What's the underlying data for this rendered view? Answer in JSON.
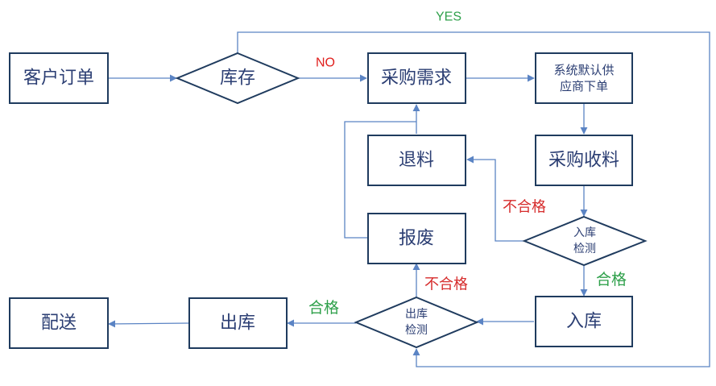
{
  "nodes": {
    "customer_order": "客户订单",
    "inventory": "库存",
    "purchase_demand": "采购需求",
    "default_supplier_order_line1": "系统默认供",
    "default_supplier_order_line2": "应商下单",
    "purchase_receiving": "采购收料",
    "return_material": "退料",
    "inbound_inspection_line1": "入库",
    "inbound_inspection_line2": "检测",
    "scrap": "报废",
    "warehouse_in": "入库",
    "outbound_inspection_line1": "出库",
    "outbound_inspection_line2": "检测",
    "warehouse_out": "出库",
    "delivery": "配送"
  },
  "edge_labels": {
    "yes": "YES",
    "no": "NO",
    "unqualified_inbound": "不合格",
    "qualified_inbound": "合格",
    "unqualified_outbound": "不合格",
    "qualified_outbound": "合格"
  },
  "colors": {
    "node_border": "#1f3b5e",
    "node_text": "#2b3e73",
    "edge": "#5b84c4",
    "label_green": "#2ea04a",
    "label_red": "#d62b2b"
  }
}
